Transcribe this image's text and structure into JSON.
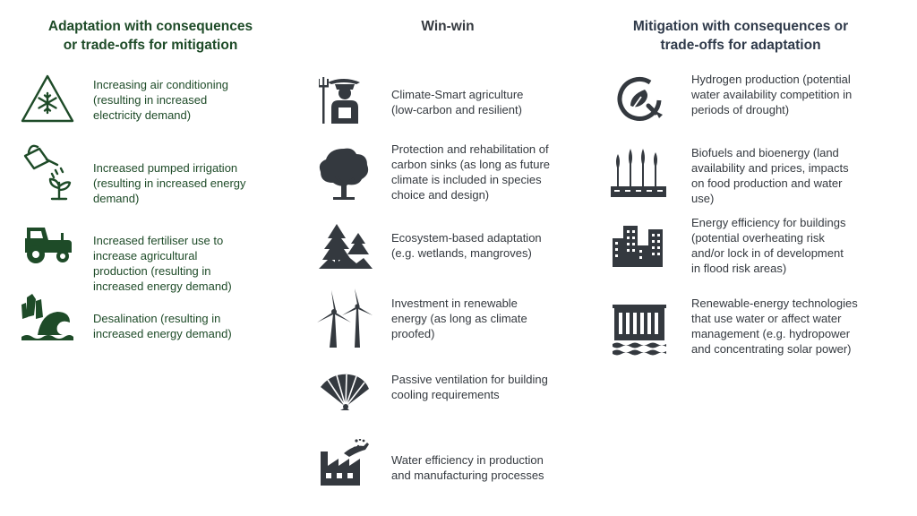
{
  "colors": {
    "green": "#1e4b28",
    "dark": "#34393f",
    "slate": "#2f3a4a"
  },
  "columns": [
    {
      "heading": "Adaptation with consequences\nor trade-offs for mitigation",
      "items": [
        {
          "icon": "air-conditioning-snowflake-warning-icon",
          "label": "Increasing air conditioning\n(resulting in increased\nelectricity demand)"
        },
        {
          "icon": "watering-can-irrigation-icon",
          "label": "Increased pumped irrigation\n(resulting in increased energy\ndemand)"
        },
        {
          "icon": "tractor-icon",
          "label": "Increased fertiliser use to\nincrease agricultural\nproduction (resulting in\nincreased energy demand)"
        },
        {
          "icon": "desalination-crystal-wave-icon",
          "label": "Desalination (resulting in\nincreased energy demand)"
        }
      ]
    },
    {
      "heading": "Win-win",
      "items": [
        {
          "icon": "farmer-pitchfork-icon",
          "label": "Climate-Smart agriculture\n(low-carbon and resilient)"
        },
        {
          "icon": "tree-icon",
          "label": "Protection and rehabilitation of\ncarbon sinks (as long as future\nclimate is included in species\nchoice and design)"
        },
        {
          "icon": "forest-mountains-icon",
          "label": "Ecosystem-based adaptation\n(e.g. wetlands, mangroves)"
        },
        {
          "icon": "wind-turbines-icon",
          "label": "Investment in renewable\nenergy (as long as climate\nproofed)"
        },
        {
          "icon": "hand-fan-icon",
          "label": "Passive ventilation for building\ncooling requirements"
        },
        {
          "icon": "factory-water-icon",
          "label": "Water efficiency in production\nand manufacturing processes"
        }
      ]
    },
    {
      "heading": "Mitigation with consequences or\ntrade-offs for adaptation",
      "items": [
        {
          "icon": "hydrogen-leaf-plug-icon",
          "label": "Hydrogen production (potential\nwater availability competition in\nperiods of drought)"
        },
        {
          "icon": "biofuel-crops-icon",
          "label": "Biofuels and bioenergy (land\navailability and prices, impacts\non food production and water\nuse)"
        },
        {
          "icon": "city-buildings-icon",
          "label": "Energy efficiency for buildings\n(potential overheating risk\nand/or lock in of development\nin flood risk areas)"
        },
        {
          "icon": "hydropower-dam-icon",
          "label": "Renewable-energy technologies\nthat use water or affect water\nmanagement (e.g. hydropower\nand concentrating solar power)"
        }
      ]
    }
  ]
}
